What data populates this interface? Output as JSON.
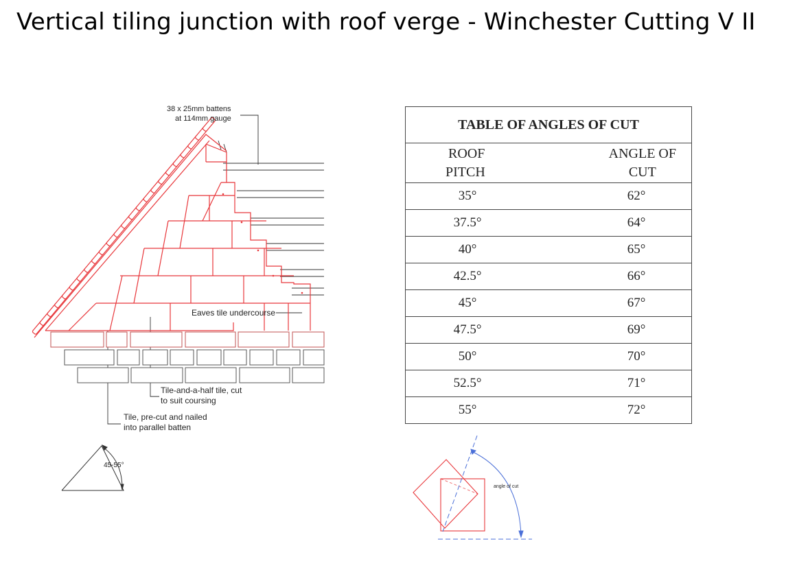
{
  "title": "Vertical tiling junction with roof verge - Winchester Cutting V II",
  "labels": {
    "battens_line1": "38 x 25mm battens",
    "battens_line2": "at 114mm gauge",
    "eaves": "Eaves tile undercourse",
    "tile_half_line1": "Tile-and-a-half tile, cut",
    "tile_half_line2": "to suit coursing",
    "precut_line1": "Tile, pre-cut and nailed",
    "precut_line2": "into parallel batten",
    "pitch_range": "45-55°",
    "angle_of_cut": "angle of cut"
  },
  "table": {
    "title": "TABLE OF ANGLES OF CUT",
    "col1_line1": "ROOF",
    "col1_line2": "PITCH",
    "col2_line1": "ANGLE OF",
    "col2_line2": "CUT",
    "rows": [
      {
        "pitch": "35°",
        "angle": "62°"
      },
      {
        "pitch": "37.5°",
        "angle": "64°"
      },
      {
        "pitch": "40°",
        "angle": "65°"
      },
      {
        "pitch": "42.5°",
        "angle": "66°"
      },
      {
        "pitch": "45°",
        "angle": "67°"
      },
      {
        "pitch": "47.5°",
        "angle": "69°"
      },
      {
        "pitch": "50°",
        "angle": "70°"
      },
      {
        "pitch": "52.5°",
        "angle": "71°"
      },
      {
        "pitch": "55°",
        "angle": "72°"
      }
    ]
  },
  "colors": {
    "tile_red": "#e8363a",
    "dash_blue": "#4a6fd8",
    "line": "#222222"
  }
}
